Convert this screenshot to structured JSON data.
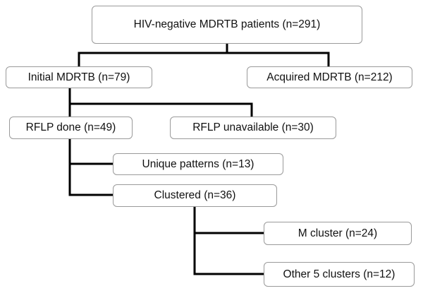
{
  "flowchart": {
    "nodes": {
      "root": "HIV-negative MDRTB patients (n=291)",
      "initial": "Initial MDRTB (n=79)",
      "acquired": "Acquired MDRTB (n=212)",
      "rflp_done": "RFLP done (n=49)",
      "rflp_unavailable": "RFLP unavailable (n=30)",
      "unique": "Unique patterns  (n=13)",
      "clustered": "Clustered (n=36)",
      "m_cluster": "M cluster (n=24)",
      "other_clusters": "Other 5 clusters (n=12)"
    },
    "edges": [
      [
        "root",
        "initial"
      ],
      [
        "root",
        "acquired"
      ],
      [
        "initial",
        "rflp_done"
      ],
      [
        "initial",
        "rflp_unavailable"
      ],
      [
        "rflp_done",
        "unique"
      ],
      [
        "rflp_done",
        "clustered"
      ],
      [
        "clustered",
        "m_cluster"
      ],
      [
        "clustered",
        "other_clusters"
      ]
    ],
    "colors": {
      "line": "#000000",
      "box_border": "#9a9a9a",
      "text": "#111111"
    }
  }
}
